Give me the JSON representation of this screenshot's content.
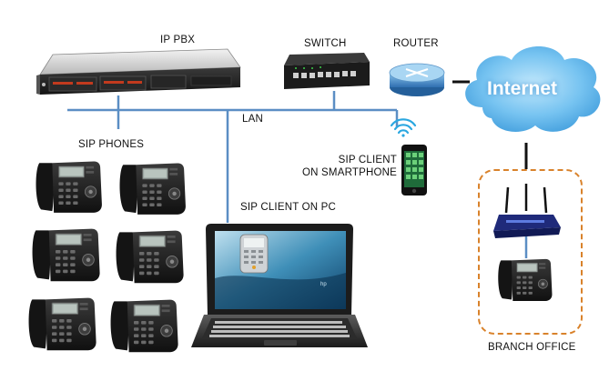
{
  "labels": {
    "ip_pbx": "IP PBX",
    "switch": "SWITCH",
    "router": "ROUTER",
    "internet": "Internet",
    "lan": "LAN",
    "sip_phones": "SIP PHONES",
    "sip_client_smartphone_line1": "SIP CLIENT",
    "sip_client_smartphone_line2": "ON SMARTPHONE",
    "sip_client_pc": "SIP CLIENT ON PC",
    "branch_office": "BRANCH OFFICE"
  },
  "colors": {
    "lan_line": "#5b8ec4",
    "branch_border": "#d9822b",
    "cloud": "#7fc7f2",
    "connector": "#111111"
  },
  "icons": [
    "server-icon",
    "switch-icon",
    "router-icon",
    "cloud-icon",
    "desk-phone-icon",
    "smartphone-icon",
    "wifi-icon",
    "laptop-icon",
    "wireless-router-icon"
  ]
}
